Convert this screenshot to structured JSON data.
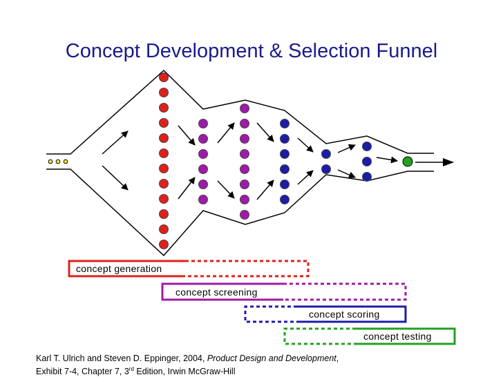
{
  "title": "Concept Development & Selection Funnel",
  "colors": {
    "title": "#1a1a8c",
    "generation": "#e0201b",
    "screening": "#a01aa8",
    "scoring": "#1c1ca8",
    "testing": "#22a022",
    "input_dots": "#ffeb3b"
  },
  "phases": [
    {
      "label": "concept generation"
    },
    {
      "label": "concept screening"
    },
    {
      "label": "concept scoring"
    },
    {
      "label": "concept testing"
    }
  ],
  "citation": {
    "authors": "Karl T. Ulrich and Steven D. Eppinger, 2004, ",
    "book": "Product Design and Development",
    "after_book": ",",
    "line2_pre": "Exhibit 7-4, Chapter 7, 3",
    "line2_sup": "rd",
    "line2_post": " Edition, Irwin McGraw-Hill"
  }
}
